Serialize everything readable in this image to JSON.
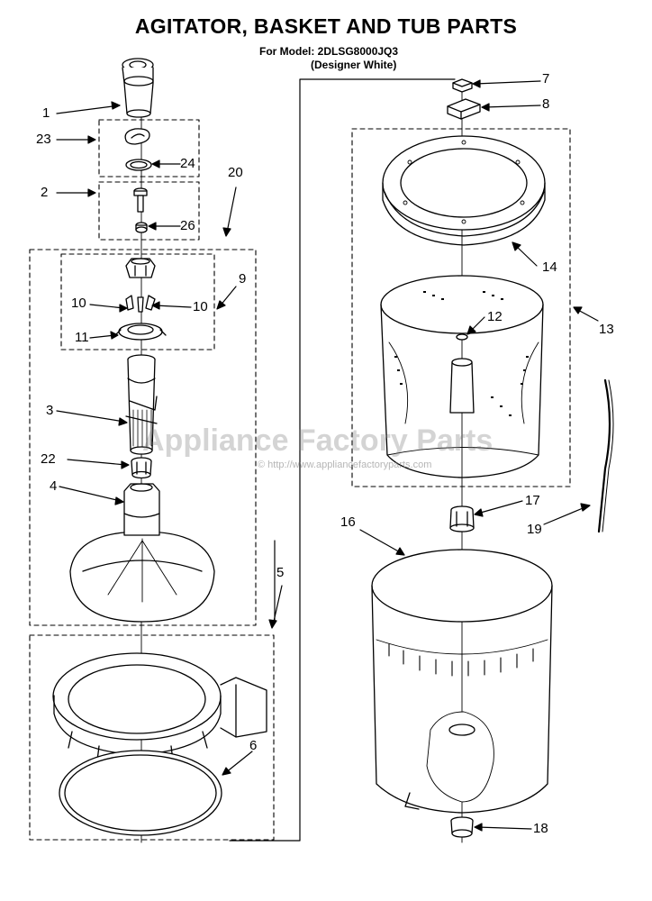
{
  "title": "AGITATOR, BASKET AND TUB PARTS",
  "model_line": "For Model: 2DLSG8000JQ3",
  "color_line": "(Designer White)",
  "watermark": {
    "brand": "Appliance Factory Parts",
    "url": "© http://www.appliancefactoryparts.com"
  },
  "callouts": {
    "c1": "1",
    "c2": "2",
    "c3": "3",
    "c4": "4",
    "c5": "5",
    "c6": "6",
    "c7": "7",
    "c8": "8",
    "c9": "9",
    "c10a": "10",
    "c10b": "10",
    "c11": "11",
    "c12": "12",
    "c13": "13",
    "c14": "14",
    "c16": "16",
    "c17": "17",
    "c18": "18",
    "c19": "19",
    "c20": "20",
    "c22": "22",
    "c23": "23",
    "c24": "24",
    "c26": "26"
  }
}
